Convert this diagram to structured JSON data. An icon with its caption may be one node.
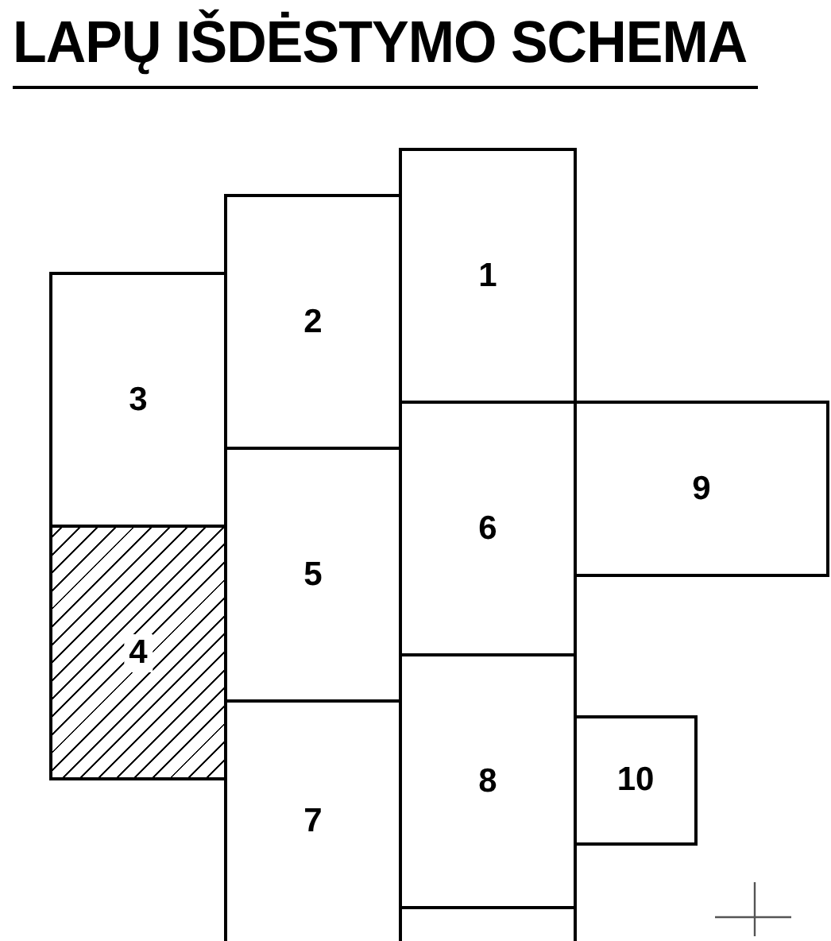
{
  "diagram": {
    "title": "LAPŲ IŠDĖSTYMO SCHEMA",
    "nodes": [
      {
        "text": [
          "1"
        ]
      },
      {
        "text": [
          "2"
        ]
      },
      {
        "text": [
          "3"
        ]
      },
      {
        "text": [
          "4"
        ]
      },
      {
        "text": [
          "5"
        ]
      },
      {
        "text": [
          "6"
        ]
      },
      {
        "text": [
          "7"
        ]
      },
      {
        "text": [
          "8"
        ]
      },
      {
        "text": [
          "9"
        ]
      },
      {
        "text": [
          "10"
        ]
      },
      {
        "text": [],
        "shape": "box"
      }
    ]
  }
}
